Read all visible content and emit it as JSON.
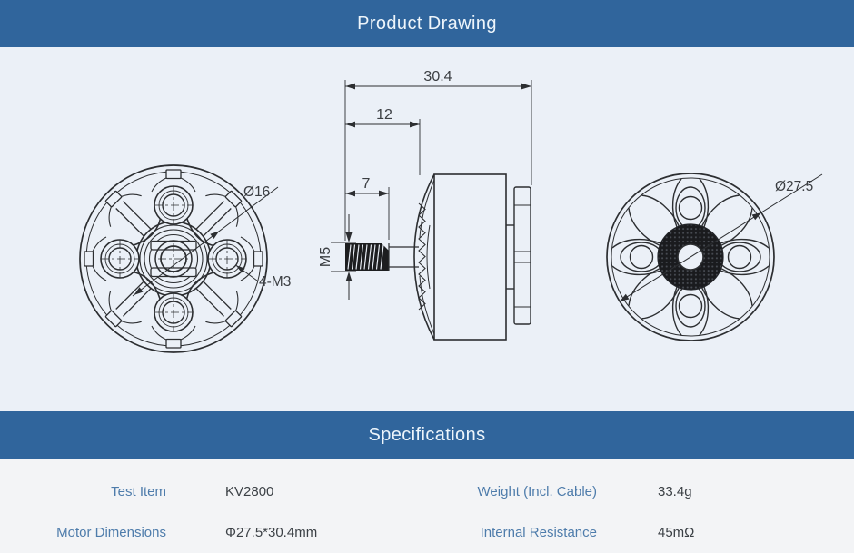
{
  "banners": {
    "product_drawing": "Product Drawing",
    "specifications": "Specifications"
  },
  "colors": {
    "banner_bg": "#30659c",
    "banner_text": "#edf5fb",
    "drawing_bg": "#ebf0f7",
    "specs_bg": "#f3f4f6",
    "spec_label": "#4e7cab",
    "spec_value": "#3c4146",
    "line_color": "#2c2e31"
  },
  "drawing": {
    "front_view": {
      "labels": {
        "hub_diameter": "Ø16",
        "mount_holes": "4-M3"
      }
    },
    "side_view": {
      "labels": {
        "overall_length": "30.4",
        "shaft_section": "12",
        "thread_length": "7",
        "thread_spec": "M5"
      }
    },
    "rear_view": {
      "labels": {
        "outer_diameter": "Ø27.5"
      }
    }
  },
  "specs": {
    "rows": [
      {
        "label": "Test Item",
        "value": "KV2800",
        "label2": "Weight (Incl. Cable)",
        "value2": "33.4g"
      },
      {
        "label": "Motor Dimensions",
        "value": "Φ27.5*30.4mm",
        "label2": "Internal Resistance",
        "value2": "45mΩ"
      }
    ]
  }
}
